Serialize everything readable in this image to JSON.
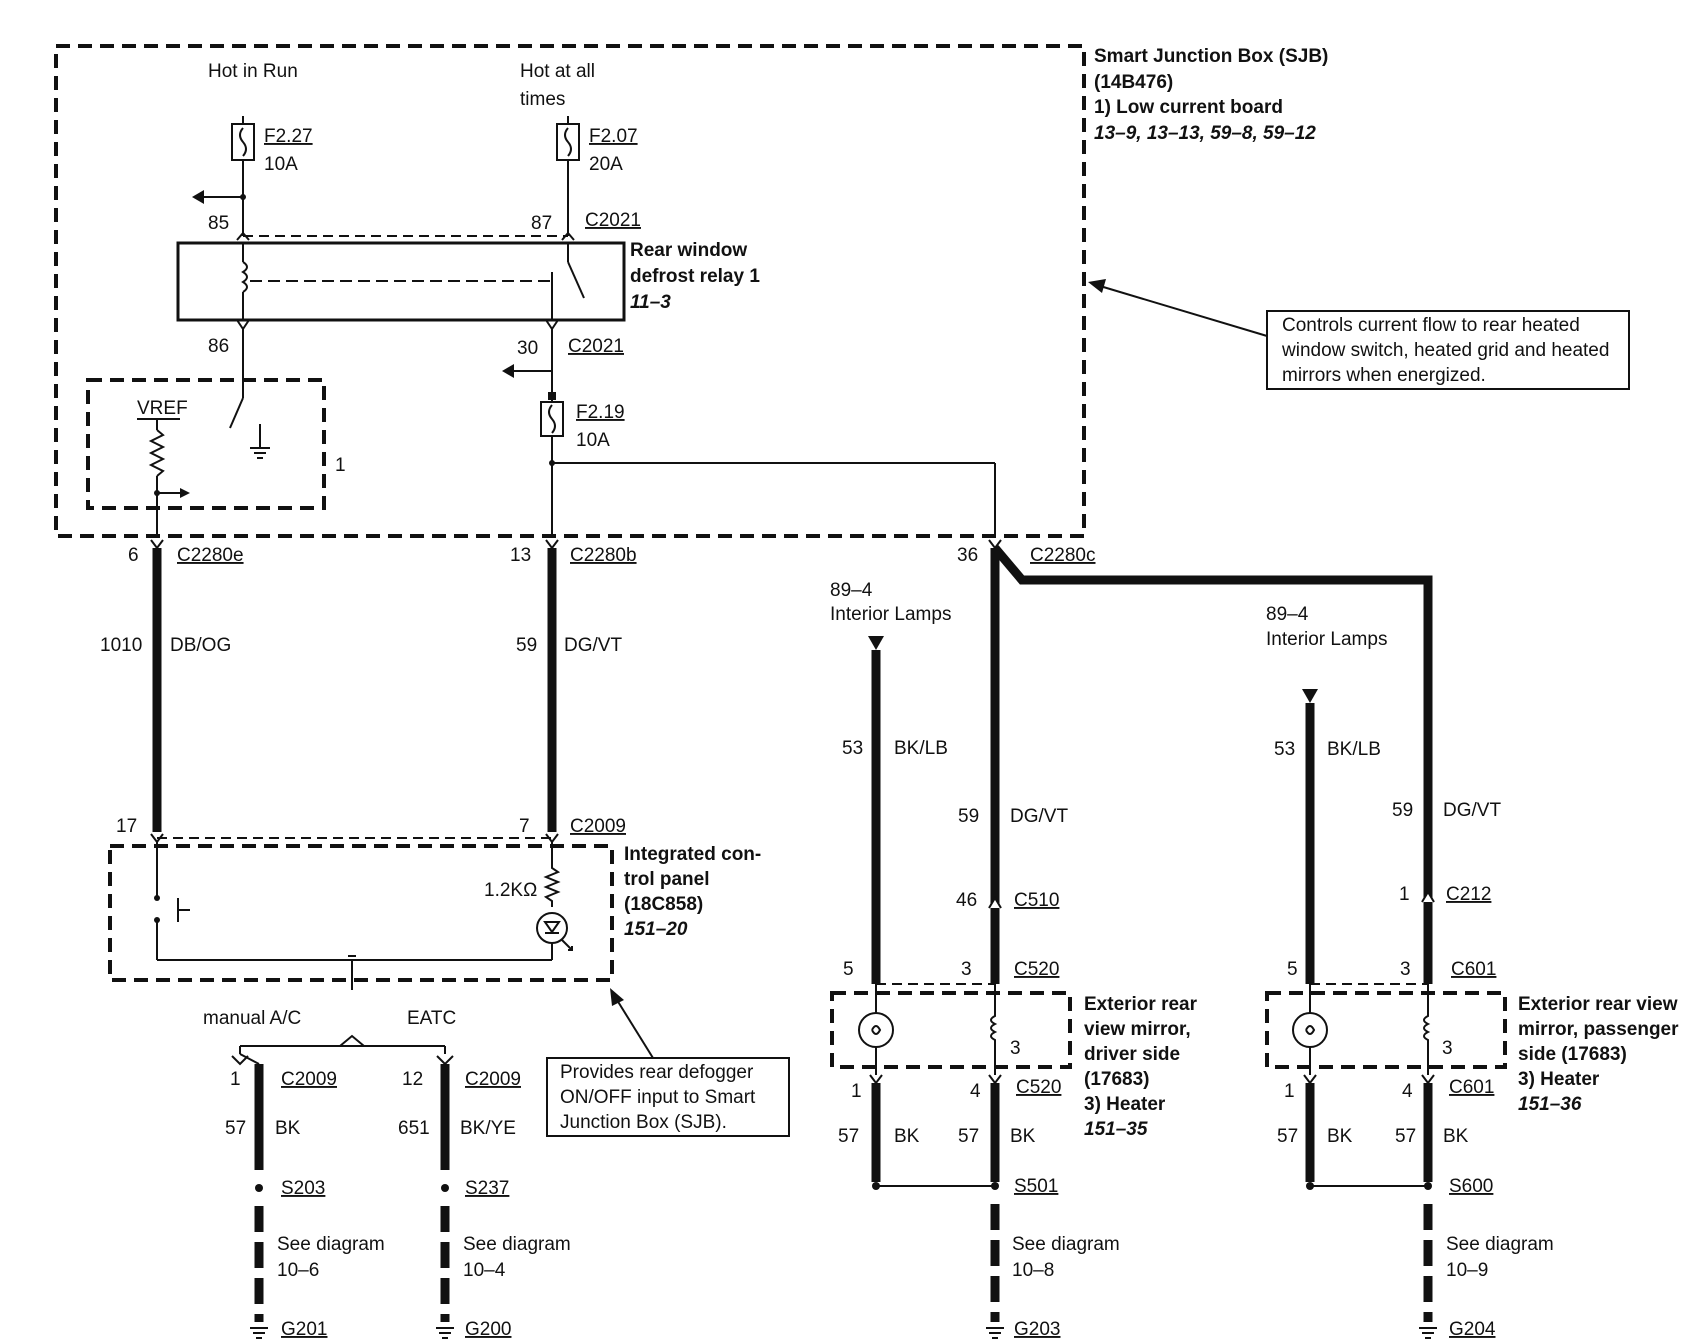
{
  "sjb": {
    "title": "Smart Junction Box (SJB)",
    "part": "(14B476)",
    "board": "1)   Low current board",
    "refs": "13–9, 13–13, 59–8, 59–12",
    "vref": "VREF",
    "sub_label": "1"
  },
  "power": {
    "hot_in_run": "Hot in Run",
    "hot_all_1": "Hot at all",
    "hot_all_2": "times",
    "fuse1_id": "F2.27",
    "fuse1_amp": "10A",
    "fuse2_id": "F2.07",
    "fuse2_amp": "20A",
    "fuse3_id": "F2.19",
    "fuse3_amp": "10A"
  },
  "relay": {
    "name_1": "Rear window",
    "name_2": "defrost relay 1",
    "ref": "11–3",
    "pin85": "85",
    "pin87": "87",
    "pin86": "86",
    "pin30": "30",
    "conn_top": "C2021",
    "conn_bottom": "C2021"
  },
  "note_sjb": {
    "line1": "Controls current flow to rear heated",
    "line2": "window switch, heated grid and heated",
    "line3": "mirrors when energized."
  },
  "wires": {
    "w1": {
      "pin": "6",
      "conn": "C2280e",
      "circuit": "1010",
      "color": "DB/OG"
    },
    "w2": {
      "pin": "13",
      "conn": "C2280b",
      "circuit": "59",
      "color": "DG/VT"
    },
    "w3": {
      "pin": "36",
      "conn": "C2280c"
    }
  },
  "icp": {
    "pin17": "17",
    "pin7": "7",
    "conn": "C2009",
    "res": "1.2KΩ",
    "name_1": "Integrated con-",
    "name_2": "trol panel",
    "part": "(18C858)",
    "ref": "151–20"
  },
  "note_icp": {
    "line1": "Provides rear defogger",
    "line2": "ON/OFF input to Smart",
    "line3": "Junction Box (SJB)."
  },
  "grounds_left": {
    "manual": "manual A/C",
    "eatc": "EATC",
    "a": {
      "pin": "1",
      "conn": "C2009",
      "circuit": "57",
      "color": "BK",
      "splice": "S203",
      "see1": "See diagram",
      "see2": "10–6",
      "ground": "G201"
    },
    "b": {
      "pin": "12",
      "conn": "C2009",
      "circuit": "651",
      "color": "BK/YE",
      "splice": "S237",
      "see1": "See diagram",
      "see2": "10–4",
      "ground": "G200"
    }
  },
  "driver": {
    "lamps_ref": "89–4",
    "lamps_name": "Interior Lamps",
    "lamp_circuit": "53",
    "lamp_color": "BK/LB",
    "heat_circuit": "59",
    "heat_color": "DG/VT",
    "c510_pin": "46",
    "c510": "C510",
    "c520_pin_l": "5",
    "c520_pin_r": "3",
    "c520": "C520",
    "inner": "3",
    "name_1": "Exterior rear",
    "name_2": "view mirror,",
    "name_3": "driver side",
    "part": "(17683)",
    "heater": "3)    Heater",
    "ref": "151–35",
    "out_pin_l": "1",
    "out_pin_r": "4",
    "out_conn": "C520",
    "gnd_circuit_l": "57",
    "gnd_color_l": "BK",
    "gnd_circuit_r": "57",
    "gnd_color_r": "BK",
    "splice": "S501",
    "see1": "See diagram",
    "see2": "10–8",
    "ground": "G203"
  },
  "passenger": {
    "lamps_ref": "89–4",
    "lamps_name": "Interior Lamps",
    "lamp_circuit": "53",
    "lamp_color": "BK/LB",
    "heat_circuit": "59",
    "heat_color": "DG/VT",
    "c212_pin": "1",
    "c212": "C212",
    "c601_pin_l": "5",
    "c601_pin_r": "3",
    "c601": "C601",
    "inner": "3",
    "name_1": "Exterior rear view",
    "name_2": "mirror, passenger",
    "name_3": "side (17683)",
    "heater": "3)    Heater",
    "ref": "151–36",
    "out_pin_l": "1",
    "out_pin_r": "4",
    "out_conn": "C601",
    "gnd_circuit_l": "57",
    "gnd_color_l": "BK",
    "gnd_circuit_r": "57",
    "gnd_color_r": "BK",
    "splice": "S600",
    "see1": "See diagram",
    "see2": "10–9",
    "ground": "G204"
  },
  "colors": {
    "ink": "#111111",
    "paper": "#ffffff"
  }
}
